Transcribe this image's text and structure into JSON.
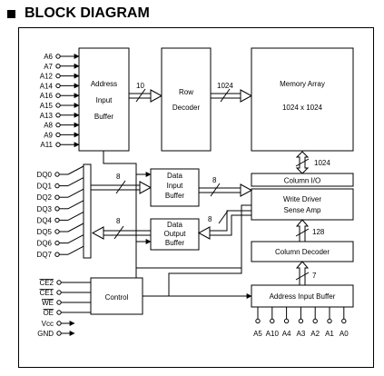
{
  "title": "BLOCK DIAGRAM",
  "address_pins_left": [
    "A6",
    "A7",
    "A12",
    "A14",
    "A16",
    "A15",
    "A13",
    "A8",
    "A9",
    "A11"
  ],
  "dq_pins": [
    "DQ0",
    "DQ1",
    "DQ2",
    "DQ3",
    "DQ4",
    "DQ5",
    "DQ6",
    "DQ7"
  ],
  "control_pins": [
    "CE2",
    "CE1",
    "WE",
    "OE"
  ],
  "power_pins": [
    "Vcc",
    "GND"
  ],
  "address_pins_bottom": [
    "A5",
    "A10",
    "A4",
    "A3",
    "A2",
    "A1",
    "A0"
  ],
  "blocks": {
    "address_input_buffer_left": [
      "Address",
      "Input",
      "Buffer"
    ],
    "row_decoder": [
      "Row",
      "Decoder"
    ],
    "memory_array": [
      "Memory Array",
      "1024 x 1024"
    ],
    "data_input_buffer": [
      "Data",
      "Input",
      "Buffer"
    ],
    "data_output_buffer": [
      "Data",
      "Output",
      "Buffer"
    ],
    "column_io": "Column I/O",
    "write_driver_sense_amp": [
      "Write Driver",
      "Sense Amp"
    ],
    "column_decoder": "Column Decoder",
    "control": "Control",
    "address_input_buffer_bottom": "Address Input Buffer"
  },
  "bus_widths": {
    "addr_to_row_decoder": "10",
    "row_decoder_to_array": "1024",
    "array_to_column_io": "1024",
    "dq_to_input_buffer": "8",
    "input_buffer_to_write_driver": "8",
    "output_buffer_to_dq": "8",
    "sense_amp_to_output_buffer": "8",
    "column_decoder_to_column_io": "128",
    "address_buffer_to_column_decoder": "7"
  }
}
